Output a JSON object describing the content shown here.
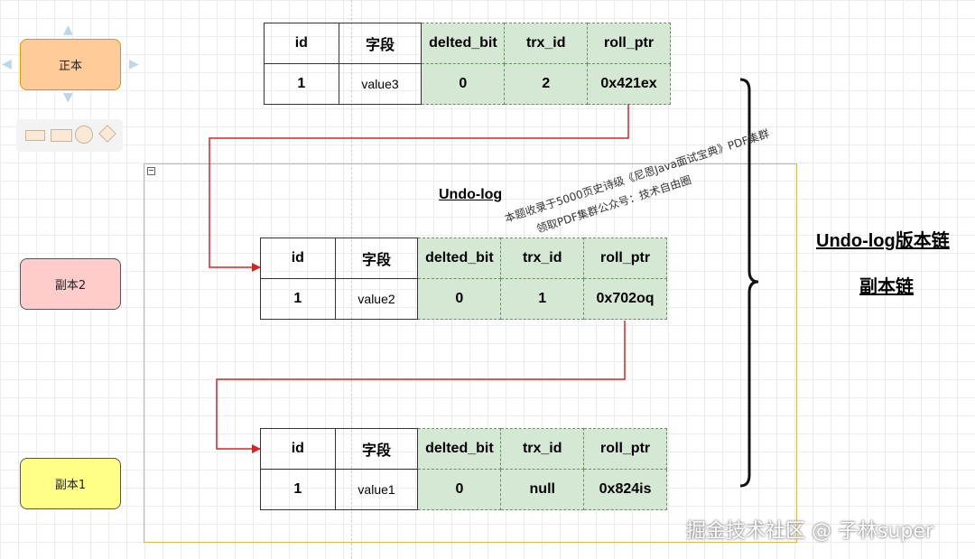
{
  "side_boxes": {
    "original": "正本",
    "copy2": "副本2",
    "copy1": "副本1"
  },
  "undo_log_title": "Undo-log",
  "columns": [
    "id",
    "字段",
    "delted_bit",
    "trx_id",
    "roll_ptr"
  ],
  "records": [
    {
      "id": "1",
      "field": "value3",
      "delted_bit": "0",
      "trx_id": "2",
      "roll_ptr": "0x421ex"
    },
    {
      "id": "1",
      "field": "value2",
      "delted_bit": "0",
      "trx_id": "1",
      "roll_ptr": "0x702oq"
    },
    {
      "id": "1",
      "field": "value1",
      "delted_bit": "0",
      "trx_id": "null",
      "roll_ptr": "0x824is"
    }
  ],
  "right_labels": {
    "title": "Undo-log版本链",
    "subtitle": "副本链"
  },
  "watermark": {
    "line1": "本题收录于5000页史诗级《尼恩Java面试宝典》PDF集群",
    "line2": "领取PDF集群公众号：技术自由圈"
  },
  "credit": "掘金技术社区 @ 子林super",
  "colors": {
    "arrow": "#e02020",
    "meta_cell": "#d5e8d4",
    "frame": "#e0b84a"
  }
}
